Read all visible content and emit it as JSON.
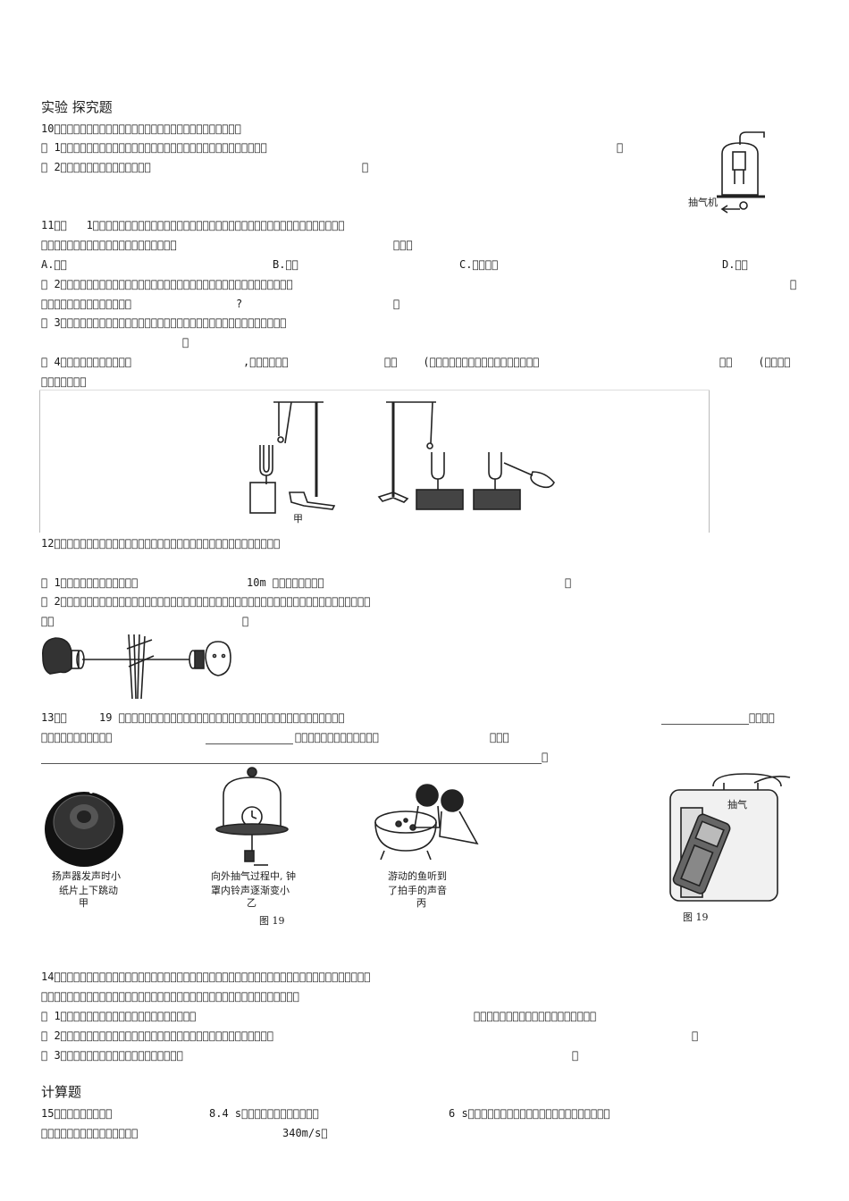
{
  "section1": {
    "title": "实验 探究题",
    "q10": {
      "l1": "10\u0000\u0000\u0000\u0000\u0000\u0000\u0000\u0000\u0000\u0000\u0000\u0000\u0000\u0000\u0000\u0000\u0000\u0000\u0000\u0000\u0000\u0000\u0000\u0000\u0000\u0000\u0000\u0000\u0000",
      "l2a": "\u0000 1\u0000\u0000\u0000\u0000\u0000\u0000\u0000\u0000\u0000\u0000\u0000\u0000\u0000\u0000\u0000\u0000\u0000\u0000\u0000\u0000\u0000\u0000\u0000\u0000\u0000\u0000\u0000\u0000\u0000\u0000\u0000\u0000",
      "l2b": "\u0000",
      "l3a": "\u0000 2\u0000\u0000\u0000\u0000\u0000\u0000\u0000\u0000\u0000\u0000\u0000\u0000\u0000\u0000",
      "l3b": "\u0000",
      "fig_label": "抽气机"
    },
    "q11": {
      "l1": "11\u0000\u0000   1\u0000\u0000\u0000\u0000\u0000\u0000\u0000\u0000\u0000\u0000\u0000\u0000\u0000\u0000\u0000\u0000\u0000\u0000\u0000\u0000\u0000\u0000\u0000\u0000\u0000\u0000\u0000\u0000\u0000\u0000\u0000\u0000\u0000\u0000\u0000\u0000\u0000\u0000\u0000",
      "l2a": "\u0000\u0000\u0000\u0000\u0000\u0000\u0000\u0000\u0000\u0000\u0000\u0000\u0000\u0000\u0000\u0000\u0000\u0000\u0000\u0000\u0000",
      "l2b": "\u0000\u0000\u0000",
      "opt_a": "A.\u0000\u0000",
      "opt_b": "B.\u0000\u0000",
      "opt_c": "C.\u0000\u0000\u0000\u0000",
      "opt_d": "D.\u0000\u0000",
      "l4a": "\u0000 2\u0000\u0000\u0000\u0000\u0000\u0000\u0000\u0000\u0000\u0000\u0000\u0000\u0000\u0000\u0000\u0000\u0000\u0000\u0000\u0000\u0000\u0000\u0000\u0000\u0000\u0000\u0000\u0000\u0000\u0000\u0000\u0000\u0000\u0000\u0000\u0000",
      "l4b": "\u0000",
      "l5a": "\u0000\u0000\u0000\u0000\u0000\u0000\u0000\u0000\u0000\u0000\u0000\u0000\u0000\u0000",
      "l5b": "?",
      "l5c": "\u0000",
      "l6": "\u0000 3\u0000\u0000\u0000\u0000\u0000\u0000\u0000\u0000\u0000\u0000\u0000\u0000\u0000\u0000\u0000\u0000\u0000\u0000\u0000\u0000\u0000\u0000\u0000\u0000\u0000\u0000\u0000\u0000\u0000\u0000\u0000\u0000\u0000\u0000\u0000",
      "l7": "\u0000",
      "l8a": "\u0000 4\u0000\u0000\u0000\u0000\u0000\u0000\u0000\u0000\u0000\u0000\u0000",
      "l8b": ",\u0000\u0000\u0000\u0000\u0000\u0000",
      "l8c": "\u0000\u0000    (\u0000\u0000\u0000\u0000\u0000\u0000\u0000\u0000\u0000\u0000\u0000\u0000\u0000\u0000\u0000\u0000\u0000",
      "l8d": "\u0000\u0000    (\u0000\u0000\u0000\u0000",
      "l9": "\u0000\u0000\u0000\u0000\u0000\u0000\u0000",
      "fig_label": "甲"
    },
    "q12": {
      "l1": "12\u0000\u0000\u0000\u0000\u0000\u0000\u0000\u0000\u0000\u0000\u0000\u0000\u0000\u0000\u0000\u0000\u0000\u0000\u0000\u0000\u0000\u0000\u0000\u0000\u0000\u0000\u0000\u0000\u0000\u0000\u0000\u0000\u0000\u0000\u0000",
      "l2a": "\u0000 1\u0000\u0000\u0000\u0000\u0000\u0000\u0000\u0000\u0000\u0000\u0000\u0000",
      "l2b": "10m \u0000\u0000\u0000\u0000\u0000\u0000\u0000\u0000",
      "l2c": "\u0000",
      "l3": "\u0000 2\u0000\u0000\u0000\u0000\u0000\u0000\u0000\u0000\u0000\u0000\u0000\u0000\u0000\u0000\u0000\u0000\u0000\u0000\u0000\u0000\u0000\u0000\u0000\u0000\u0000\u0000\u0000\u0000\u0000\u0000\u0000\u0000\u0000\u0000\u0000\u0000\u0000\u0000\u0000\u0000\u0000\u0000\u0000\u0000\u0000\u0000\u0000\u0000",
      "l4a": "\u0000\u0000",
      "l4b": "\u0000"
    },
    "q13": {
      "l1a": "13\u0000\u0000     19 \u0000\u0000\u0000\u0000\u0000\u0000\u0000\u0000\u0000\u0000\u0000\u0000\u0000\u0000\u0000\u0000\u0000\u0000\u0000\u0000\u0000\u0000\u0000\u0000\u0000\u0000\u0000\u0000\u0000\u0000\u0000\u0000\u0000\u0000\u0000",
      "l1b": "\u0000\u0000\u0000\u0000",
      "l2a": "\u0000\u0000\u0000\u0000\u0000\u0000\u0000\u0000\u0000\u0000\u0000",
      "l2b": "\u0000\u0000\u0000\u0000\u0000\u0000\u0000\u0000\u0000\u0000\u0000\u0000\u0000",
      "l2c": "\u0000\u0000\u0000",
      "l3": "\u0000",
      "cap_a1": "扬声器发声时小",
      "cap_a2": "纸片上下跳动",
      "cap_a3": "甲",
      "cap_b1": "向外抽气过程中, 钟",
      "cap_b2": "罩内铃声逐渐变小",
      "cap_b3": "乙",
      "cap_b4": "图 19",
      "cap_c1": "游动的鱼听到",
      "cap_c2": "了拍手的声音",
      "cap_c3": "丙",
      "cap_d1": "抽气",
      "cap_d2": "图 19"
    },
    "q14": {
      "l1": "14\u0000\u0000\u0000\u0000\u0000\u0000\u0000\u0000\u0000\u0000\u0000\u0000\u0000\u0000\u0000\u0000\u0000\u0000\u0000\u0000\u0000\u0000\u0000\u0000\u0000\u0000\u0000\u0000\u0000\u0000\u0000\u0000\u0000\u0000\u0000\u0000\u0000\u0000\u0000\u0000\u0000\u0000\u0000\u0000\u0000\u0000\u0000\u0000\u0000",
      "l2": "\u0000\u0000\u0000\u0000\u0000\u0000\u0000\u0000\u0000\u0000\u0000\u0000\u0000\u0000\u0000\u0000\u0000\u0000\u0000\u0000\u0000\u0000\u0000\u0000\u0000\u0000\u0000\u0000\u0000\u0000\u0000\u0000\u0000\u0000\u0000\u0000\u0000\u0000\u0000\u0000",
      "l3a": "\u0000 1\u0000\u0000\u0000\u0000\u0000\u0000\u0000\u0000\u0000\u0000\u0000\u0000\u0000\u0000\u0000\u0000\u0000\u0000\u0000\u0000\u0000",
      "l3b": "\u0000\u0000\u0000\u0000\u0000\u0000\u0000\u0000\u0000\u0000\u0000\u0000\u0000\u0000\u0000\u0000\u0000\u0000\u0000",
      "l4a": "\u0000 2\u0000\u0000\u0000\u0000\u0000\u0000\u0000\u0000\u0000\u0000\u0000\u0000\u0000\u0000\u0000\u0000\u0000\u0000\u0000\u0000\u0000\u0000\u0000\u0000\u0000\u0000\u0000\u0000\u0000\u0000\u0000\u0000\u0000",
      "l4b": "\u0000",
      "l5a": "\u0000 3\u0000\u0000\u0000\u0000\u0000\u0000\u0000\u0000\u0000\u0000\u0000\u0000\u0000\u0000\u0000\u0000\u0000\u0000\u0000",
      "l5b": "\u0000"
    }
  },
  "section2": {
    "title": "计算题",
    "q15": {
      "l1a": "15\u0000\u0000\u0000\u0000\u0000\u0000\u0000\u0000\u0000",
      "l1b": "8.4 s\u0000\u0000\u0000\u0000\u0000\u0000\u0000\u0000\u0000\u0000\u0000\u0000",
      "l1c": "6 s\u0000\u0000\u0000\u0000\u0000\u0000\u0000\u0000\u0000\u0000\u0000\u0000\u0000\u0000\u0000\u0000\u0000\u0000\u0000\u0000\u0000\u0000",
      "l2a": "\u0000\u0000\u0000\u0000\u0000\u0000\u0000\u0000\u0000\u0000\u0000\u0000\u0000\u0000\u0000",
      "l2b": "340m/s\u0000"
    }
  }
}
